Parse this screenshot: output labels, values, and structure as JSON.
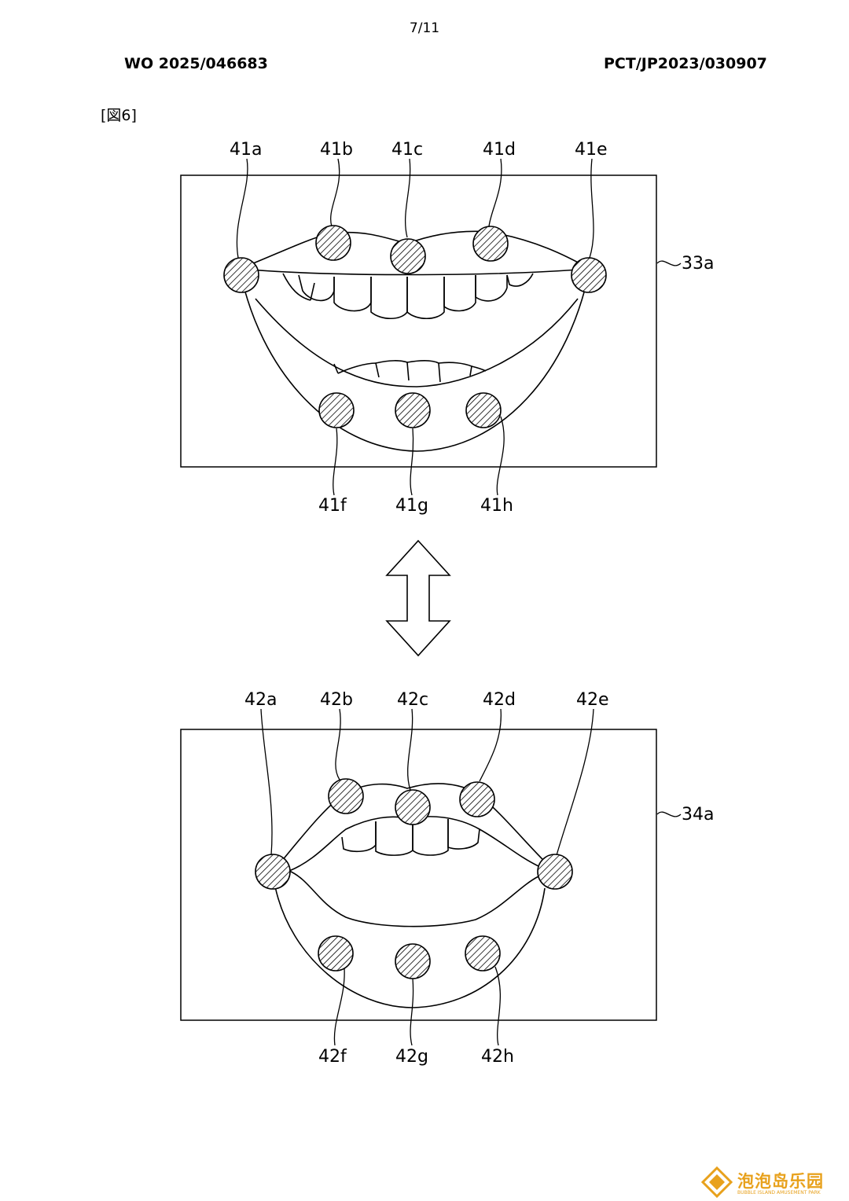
{
  "header": {
    "page_number": "7/11",
    "publication_number": "WO 2025/046683",
    "application_number": "PCT/JP2023/030907"
  },
  "figure": {
    "label": "[図6]",
    "top_panel": {
      "ref": "33a",
      "points": [
        "41a",
        "41b",
        "41c",
        "41d",
        "41e",
        "41f",
        "41g",
        "41h"
      ]
    },
    "bottom_panel": {
      "ref": "34a",
      "points": [
        "42a",
        "42b",
        "42c",
        "42d",
        "42e",
        "42f",
        "42g",
        "42h"
      ]
    },
    "arrow_icon": "double-vertical-arrow-icon"
  },
  "watermark": {
    "text_cn": "泡泡岛乐园",
    "text_en": "BUBBLE ISLAND AMUSEMENT PARK",
    "color": "#e8a11c"
  }
}
